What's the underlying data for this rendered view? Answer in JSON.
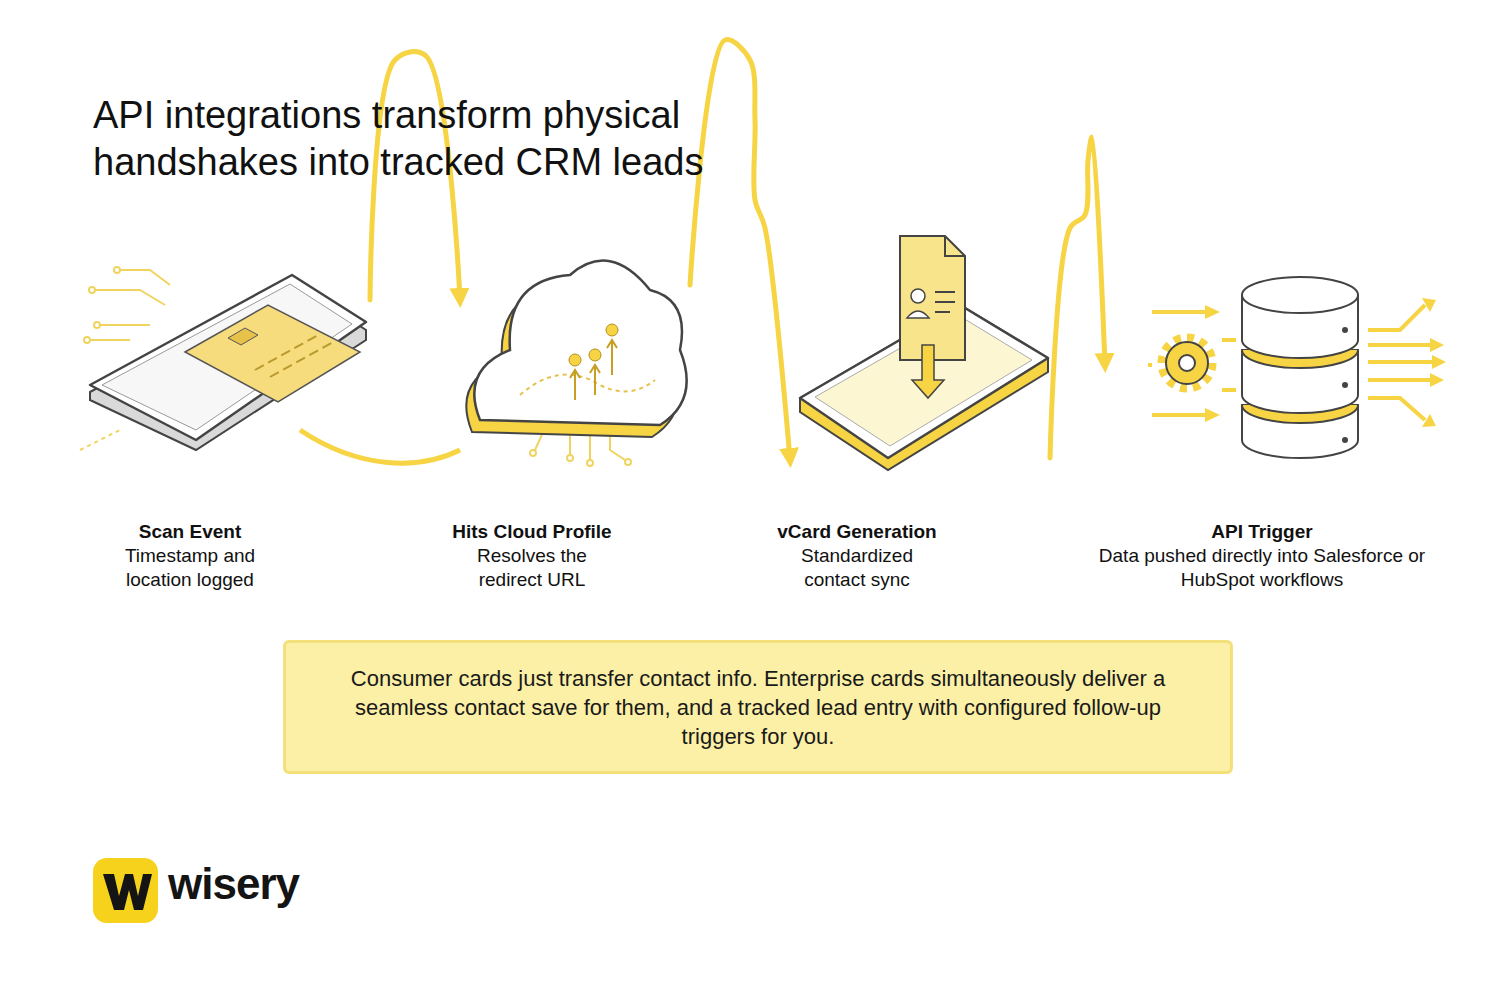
{
  "diagram": {
    "title": "API integrations transform physical handshakes into tracked CRM leads",
    "nodes": [
      {
        "text": [
          "Scan Event",
          "Timestamp and location logged"
        ]
      },
      {
        "text": [
          "Hits Cloud Profile",
          "Resolves the redirect URL"
        ]
      },
      {
        "text": [
          "vCard Generation",
          "Standardized contact sync"
        ]
      },
      {
        "text": [
          "API Trigger",
          "Data pushed directly into Salesforce or HubSpot workflows"
        ]
      },
      {
        "text": [
          "Consumer cards just transfer contact info. Enterprise cards simultaneously deliver a seamless contact save for them, and a tracked lead entry with configured follow-up triggers for you."
        ]
      }
    ],
    "edges": [
      {
        "from": 0,
        "to": 1,
        "arrow": "to"
      },
      {
        "from": 1,
        "to": 2,
        "arrow": "to"
      },
      {
        "from": 2,
        "to": 3,
        "arrow": "to"
      }
    ],
    "labels": [
      "wisery"
    ]
  }
}
